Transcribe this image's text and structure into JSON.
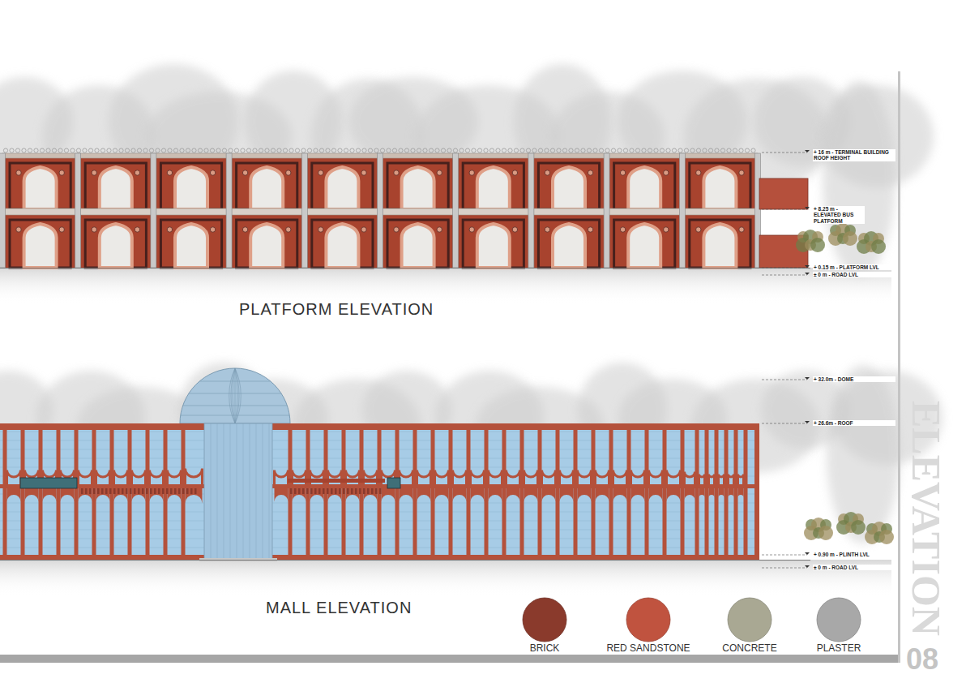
{
  "diagram": {
    "title": "ELEVATION",
    "labels": [
      "+ 16 m - TERMINAL BUILDING ROOF HEIGHT",
      "+ 8.25 m - ELEVATED BUS PLATFORM",
      "+ 0.15 m - PLATFORM LVL",
      "± 0 m - ROAD LVL",
      "+ 32.0m - DOME",
      "+ 26.6m - ROOF",
      "+ 0.90 m - PLINTH LVL",
      "± 0 m - ROAD LVL",
      "PLATFORM ELEVATION",
      "MALL ELEVATION",
      "08"
    ],
    "legend": [
      {
        "text": "BRICK",
        "color": "#8a3a2c"
      },
      {
        "text": "RED SANDSTONE",
        "color": "#c0533f"
      },
      {
        "text": "CONCRETE",
        "color": "#a9a893"
      },
      {
        "text": "PLASTER",
        "color": "#a8a8a8"
      }
    ]
  }
}
